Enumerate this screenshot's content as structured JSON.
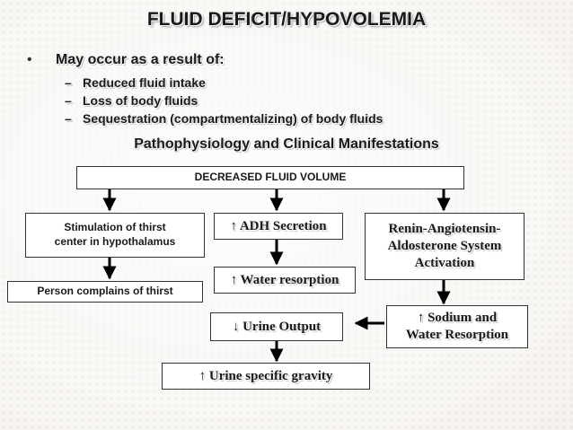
{
  "title": "FLUID DEFICIT/HYPOVOLEMIA",
  "bullet": {
    "text": "May occur as a result of:",
    "items": [
      "Reduced fluid intake",
      "Loss of body fluids",
      "Sequestration (compartmentalizing) of body fluids"
    ]
  },
  "diagram": {
    "heading": "Pathophysiology and Clinical Manifestations",
    "nodes": {
      "decreased": "DECREASED FLUID VOLUME",
      "thirst_line1": "Stimulation of thirst",
      "thirst_line2": "center in hypothalamus",
      "complains": "Person complains of thirst",
      "adh": "↑ ADH Secretion",
      "water": "↑ Water resorption",
      "raas_line1": "Renin-Angiotensin-",
      "raas_line2": "Aldosterone System",
      "raas_line3": "Activation",
      "sodium_line1": "↑ Sodium and",
      "sodium_line2": "Water Resorption",
      "urine_output": "↓ Urine Output",
      "gravity": "↑ Urine specific gravity"
    }
  },
  "colors": {
    "text": "#1a1a1a",
    "box_bg": "#ffffff",
    "line": "#000000"
  }
}
